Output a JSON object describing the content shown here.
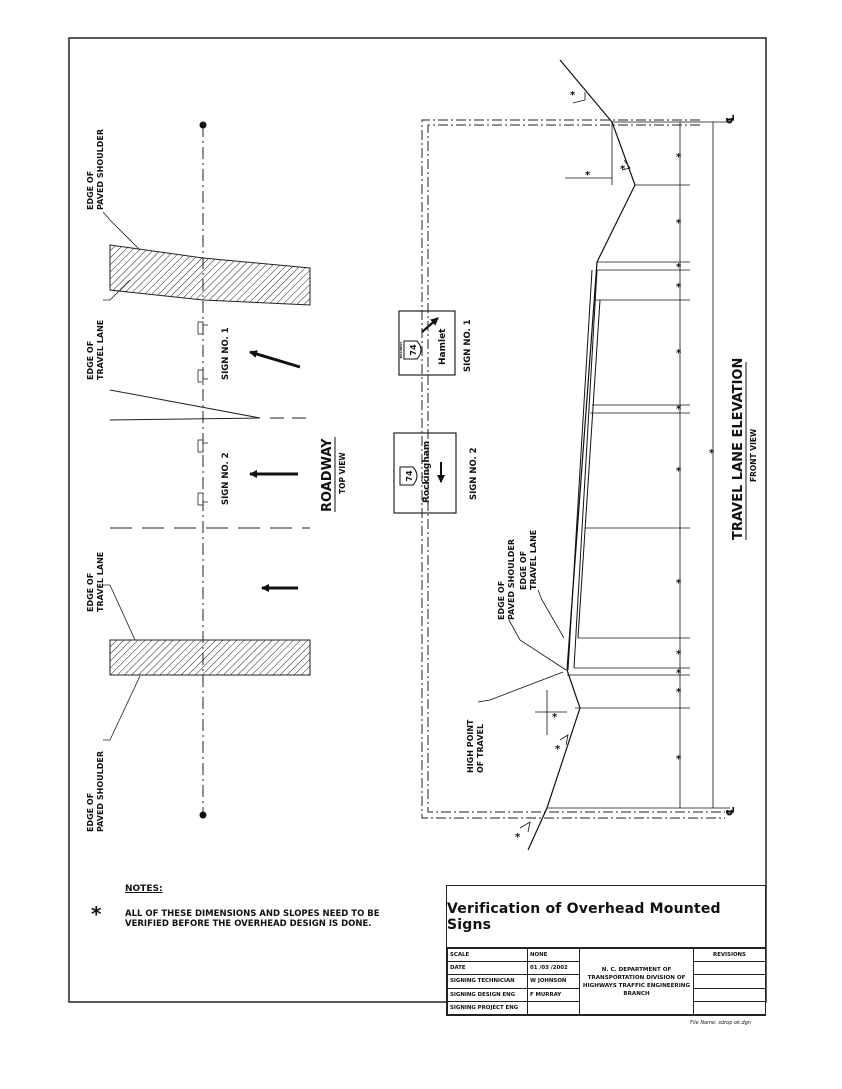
{
  "roadway": {
    "title": "ROADWAY",
    "subtitle": "TOP VIEW",
    "edge_paved_shoulder_top": [
      "EDGE OF",
      "PAVED SHOULDER"
    ],
    "edge_travel_lane_top": [
      "EDGE OF",
      "TRAVEL LANE"
    ],
    "edge_travel_lane_bottom": [
      "EDGE OF",
      "TRAVEL LANE"
    ],
    "edge_paved_shoulder_bottom": [
      "EDGE OF",
      "PAVED SHOULDER"
    ],
    "sign_no_1": "SIGN NO. 1",
    "sign_no_2": "SIGN NO. 2"
  },
  "signs": {
    "sign1": {
      "route": "74",
      "route_tag": "BUSINESS",
      "destination": "Hamlet",
      "label": "SIGN NO. 1"
    },
    "sign2": {
      "route": "74",
      "destination": "Rockingham",
      "label": "SIGN NO. 2"
    }
  },
  "elevation": {
    "title": "TRAVEL LANE ELEVATION",
    "subtitle": "FRONT VIEW",
    "edge_paved_shoulder": [
      "EDGE OF",
      "PAVED SHOULDER"
    ],
    "edge_travel_lane": [
      "EDGE OF",
      "TRAVEL LANE"
    ],
    "high_point": [
      "HIGH POINT",
      "OF TRAVEL"
    ],
    "centerline_symbol": "℄",
    "dimension_mark": "*"
  },
  "notes": {
    "heading": "NOTES:",
    "star": "*",
    "text": "ALL OF THESE DIMENSIONS AND SLOPES NEED TO BE VERIFIED BEFORE THE OVERHEAD DESIGN IS DONE."
  },
  "title_block": {
    "title": "Verification of Overhead Mounted Signs",
    "rows": [
      {
        "label": "SCALE",
        "value": "NONE"
      },
      {
        "label": "DATE",
        "value": "01 /03 /2002"
      },
      {
        "label": "SIGNING TECHNICIAN",
        "value": "W JOHNSON"
      },
      {
        "label": "SIGNING DESIGN ENG",
        "value": "F MURRAY"
      },
      {
        "label": "SIGNING PROJECT ENG",
        "value": ""
      }
    ],
    "department": "N. C. DEPARTMENT OF TRANSPORTATION DIVISION OF HIGHWAYS TRAFFIC ENGINEERING BRANCH",
    "revisions": "REVISIONS"
  },
  "file_name": "File Name: sdrop ok.dgn"
}
